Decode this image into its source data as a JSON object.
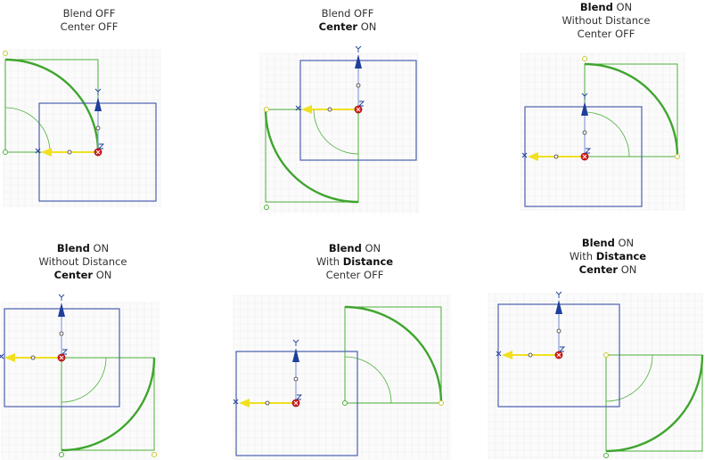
{
  "panels": [
    {
      "lines": [
        [
          {
            "t": "Blend",
            "b": false
          },
          {
            "t": " OFF",
            "b": false
          }
        ],
        [
          {
            "t": "Center",
            "b": false
          },
          {
            "t": " OFF",
            "b": false
          }
        ]
      ]
    },
    {
      "lines": [
        [
          {
            "t": "Blend",
            "b": false
          },
          {
            "t": " OFF",
            "b": false
          }
        ],
        [
          {
            "t": "Center",
            "b": true
          },
          {
            "t": " ON",
            "b": false
          }
        ]
      ]
    },
    {
      "lines": [
        [
          {
            "t": "Blend",
            "b": true
          },
          {
            "t": " ON",
            "b": false
          }
        ],
        [
          {
            "t": "Without Distance",
            "b": false
          }
        ],
        [
          {
            "t": "Center",
            "b": false
          },
          {
            "t": " OFF",
            "b": false
          }
        ]
      ]
    },
    {
      "lines": [
        [
          {
            "t": "Blend",
            "b": true
          },
          {
            "t": " ON",
            "b": false
          }
        ],
        [
          {
            "t": "Without Distance",
            "b": false
          }
        ],
        [
          {
            "t": "Center",
            "b": true
          },
          {
            "t": " ON",
            "b": false
          }
        ]
      ]
    },
    {
      "lines": [
        [
          {
            "t": "Blend",
            "b": true
          },
          {
            "t": " ON",
            "b": false
          }
        ],
        [
          {
            "t": "With ",
            "b": false
          },
          {
            "t": "Distance",
            "b": true
          }
        ],
        [
          {
            "t": "Center",
            "b": false
          },
          {
            "t": " OFF",
            "b": false
          }
        ]
      ]
    },
    {
      "lines": [
        [
          {
            "t": "Blend",
            "b": true
          },
          {
            "t": " ON",
            "b": false
          }
        ],
        [
          {
            "t": "With ",
            "b": false
          },
          {
            "t": "Distance",
            "b": true
          }
        ],
        [
          {
            "t": "Center",
            "b": true
          },
          {
            "t": " ON",
            "b": false
          }
        ]
      ]
    }
  ],
  "colors": {
    "green": "#4caf3a",
    "green_thick": "#3fa52e",
    "blue": "#4a5fb0",
    "axis": "#1e3f9a",
    "yellow": "#f0e020",
    "red": "#d42020"
  }
}
